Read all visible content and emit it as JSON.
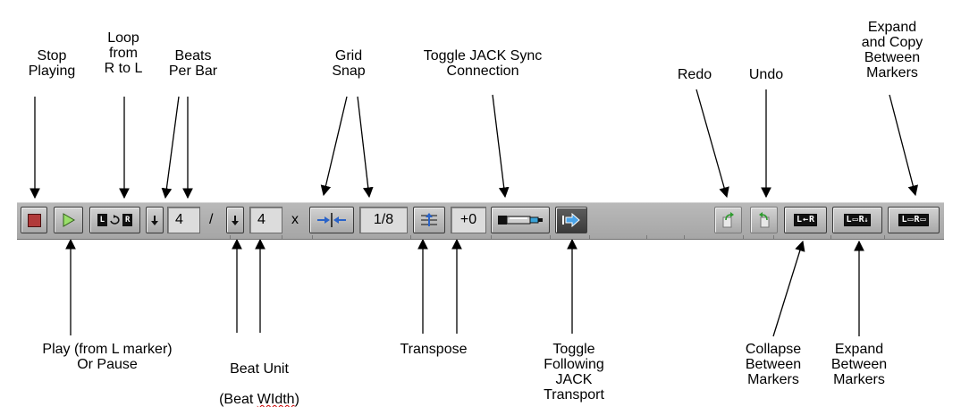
{
  "labels": {
    "stop": "Stop\nPlaying",
    "loop": "Loop\nfrom\nR to L",
    "beats_per_bar": "Beats\nPer Bar",
    "grid_snap": "Grid\nSnap",
    "jack_sync": "Toggle JACK Sync\nConnection",
    "redo": "Redo",
    "undo": "Undo",
    "expand_copy": "Expand\nand Copy\nBetween\nMarkers",
    "play": "Play (from L marker)\nOr Pause",
    "beat_unit_line1": "Beat Unit",
    "beat_unit_line2_open": "(Beat ",
    "beat_unit_line2_word": "WIdth",
    "beat_unit_line2_close": ")",
    "transpose": "Transpose",
    "follow_jack": "Toggle\nFollowing\nJACK\nTransport",
    "collapse": "Collapse\nBetween\nMarkers",
    "expand": "Expand\nBetween\nMarkers"
  },
  "toolbar": {
    "beats_per_bar_value": "4",
    "separator": "/",
    "beat_unit_value": "4",
    "times": "x",
    "snap_value": "1/8",
    "transpose_value": "+0"
  },
  "icons": {
    "stop": "stop-square-icon",
    "play": "play-triangle-icon",
    "loop": "loop-l-r-icon",
    "dropdown": "down-arrow-icon",
    "snap": "grid-snap-icon",
    "transpose": "transpose-icon",
    "jack_sync": "jack-plug-icon",
    "follow": "follow-transport-icon",
    "redo": "redo-icon",
    "undo": "undo-icon",
    "collapse": "collapse-lr-icon",
    "expand": "expand-lr-icon",
    "expand_copy": "expand-copy-lr-icon"
  },
  "colors": {
    "stop_red": "#b13a3a",
    "play_green": "#9adf6a",
    "toolbar_gray": "#acacac",
    "arrow": "#000000"
  }
}
